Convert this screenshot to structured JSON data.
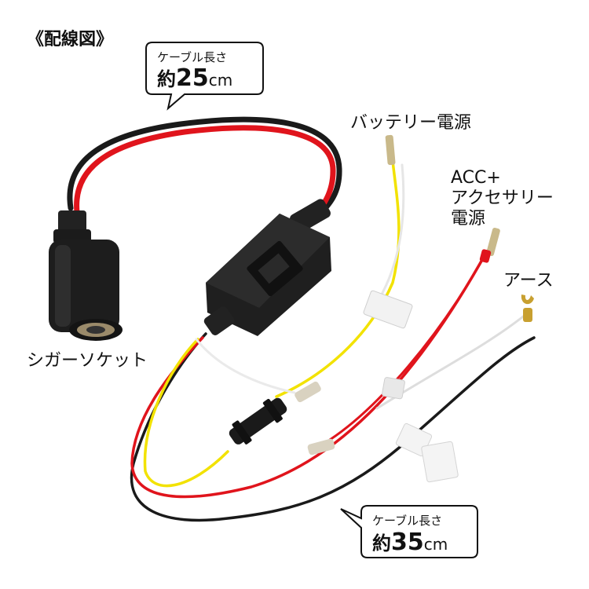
{
  "title": "《配線図》",
  "labels": {
    "battery": "バッテリー電源",
    "acc_line1": "ACC+",
    "acc_line2": "アクセサリー",
    "acc_line3": "電源",
    "earth": "アース",
    "socket": "シガーソケット"
  },
  "callout_top": {
    "line1": "ケーブル長さ",
    "prefix": "約",
    "number": "25",
    "unit": "cm"
  },
  "callout_bottom": {
    "line1": "ケーブル長さ",
    "prefix": "約",
    "number": "35",
    "unit": "cm"
  },
  "wire_colors": {
    "red": "#e0141c",
    "black": "#1a1a1a",
    "yellow": "#f2e200",
    "white": "#f4f4f4"
  }
}
